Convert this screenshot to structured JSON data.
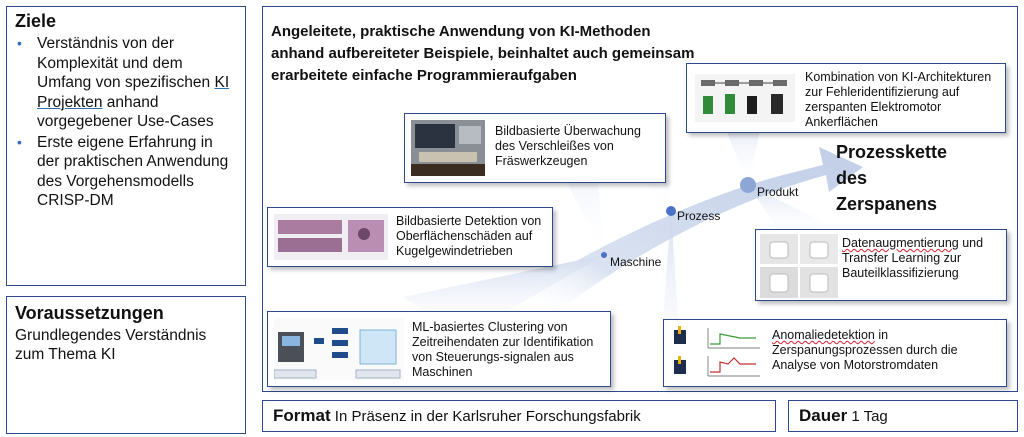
{
  "ziele": {
    "title": "Ziele",
    "items": [
      {
        "pre": "Verständnis von der Komplexität und dem Umfang von spezifischen ",
        "link": "KI Projekten",
        "post": " anhand vorgegebener Use-Cases"
      },
      {
        "pre": "Erste eigene Erfahrung in der praktischen Anwendung des Vorgehensmodells CRISP-DM",
        "link": "",
        "post": ""
      }
    ]
  },
  "voraussetzungen": {
    "title": "Voraussetzungen",
    "text": "Grundlegendes Verständnis zum Thema KI"
  },
  "main": {
    "title": "Angeleitete, praktische Anwendung von KI-Methoden anhand aufbereiteter Beispiele, beinhaltet auch gemeinsam erarbeitete einfache Programmieraufgaben",
    "chain_title_lines": [
      "Prozesskette",
      "des",
      "Zerspanens"
    ],
    "stages": {
      "maschine": "Maschine",
      "prozess": "Prozess",
      "produkt": "Produkt"
    },
    "cards": {
      "kombination": "Kombination von KI-Architekturen zur Fehleridentifizierung auf zerspanten Elektromotor Ankerflächen",
      "verschleiss": "Bildbasierte Überwachung des Verschleißes von Fräswerkzeugen",
      "oberflaeche": "Bildbasierte Detektion von Oberflächenschäden auf Kugelgewindetrieben",
      "augmentierung_a": "Datenaugmentierung",
      "augmentierung_b": " und Transfer Learning zur Bauteilklassifizierung",
      "clustering": "ML-basiertes Clustering von Zeitreihendaten zur Identifikation von Steuerungs-signalen aus Maschinen",
      "anomalie_a": "Anomaliedetektion",
      "anomalie_b": " in Zerspanungsprozessen durch die Analyse von Motorstromdaten"
    }
  },
  "format": {
    "label": "Format",
    "text": " In Präsenz in der Karlsruher Forschungsfabrik"
  },
  "dauer": {
    "label": "Dauer",
    "text": " 1 Tag"
  },
  "colors": {
    "border": "#2e4a8a",
    "bullet": "#2f6fb5",
    "arrow": "#c9d4e8",
    "dot": "#4a72c8"
  }
}
